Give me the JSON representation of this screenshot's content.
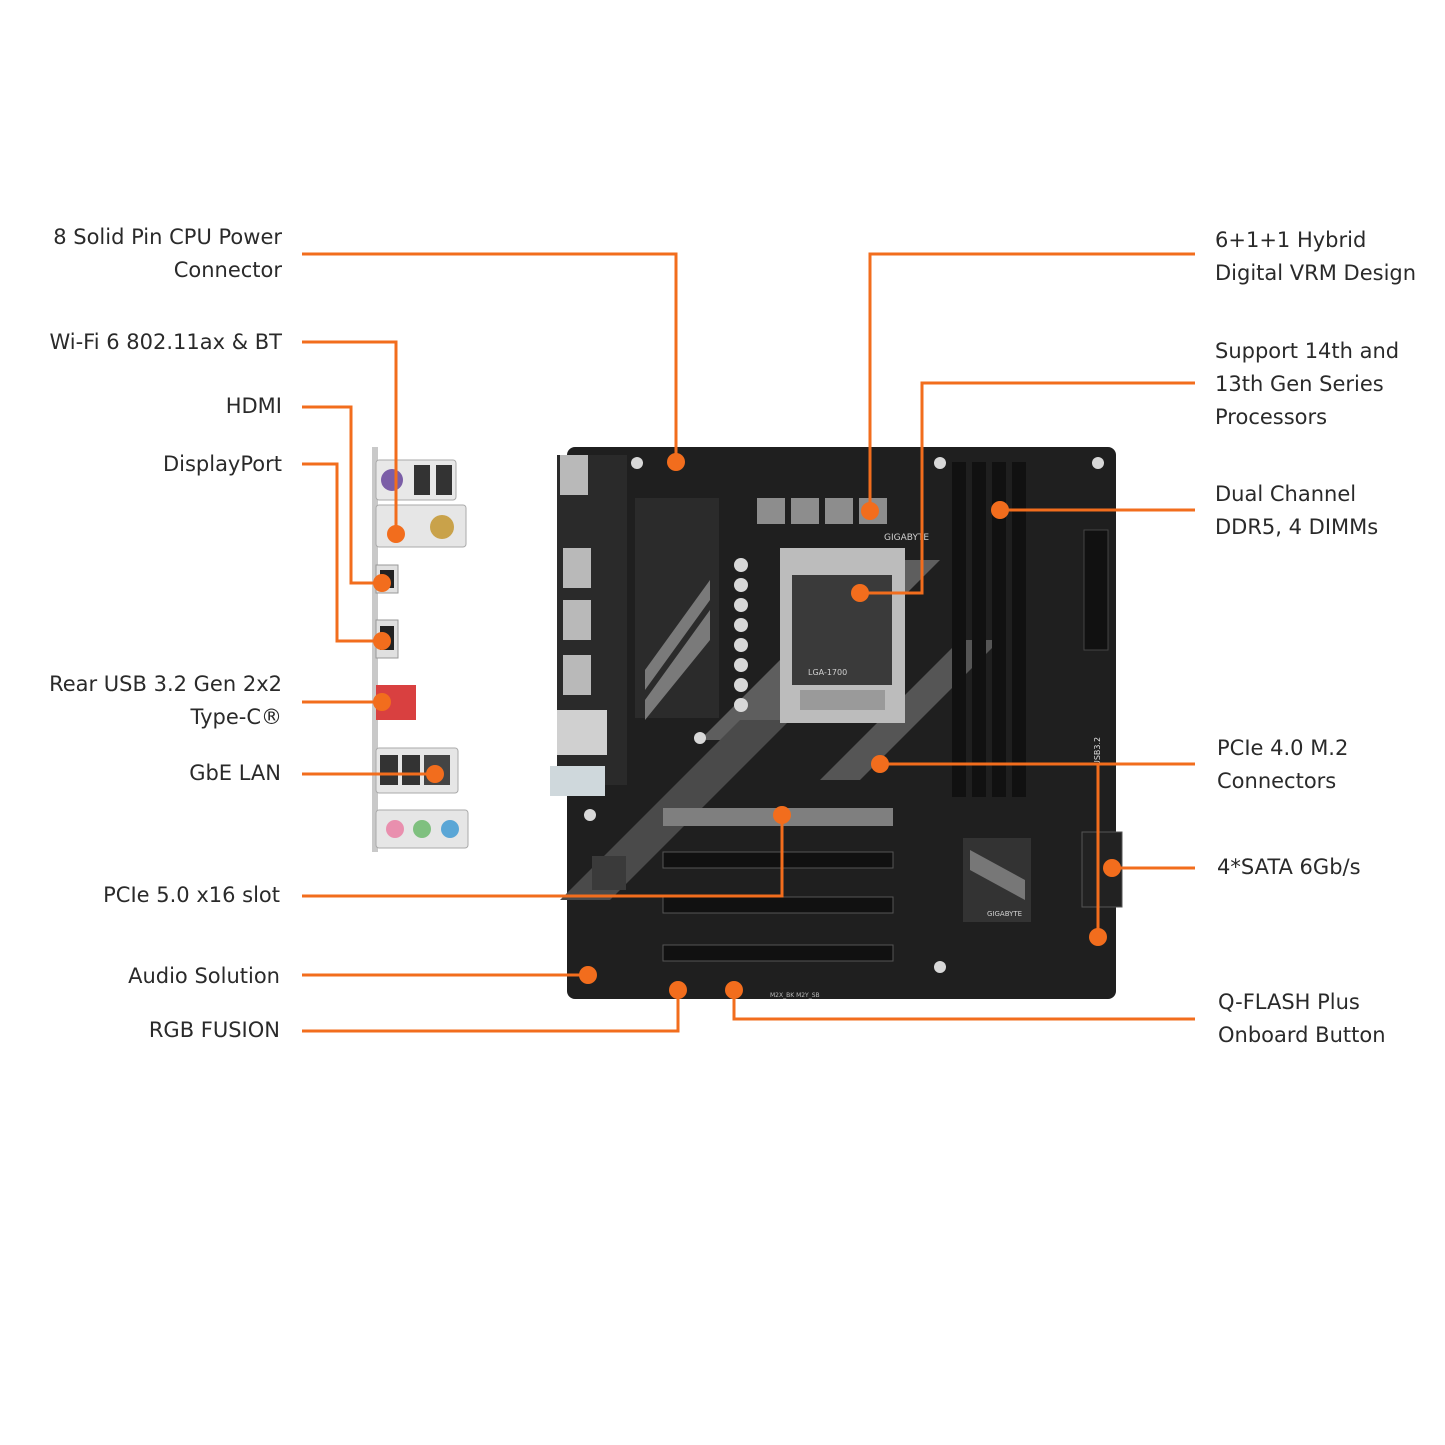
{
  "colors": {
    "accent": "#f26d1d",
    "board": "#1f1f1f",
    "board_light": "#8a8a8a",
    "background": "#ffffff",
    "text": "#2a2a2a"
  },
  "callouts": {
    "cpu_power": {
      "line1": "8 Solid Pin CPU Power",
      "line2": "Connector"
    },
    "wifi": {
      "line1": "Wi-Fi 6 802.11ax & BT"
    },
    "hdmi": {
      "line1": "HDMI"
    },
    "displayport": {
      "line1": "DisplayPort"
    },
    "rear_usb": {
      "line1": "Rear USB 3.2 Gen 2x2",
      "line2": "Type-C®"
    },
    "lan": {
      "line1": "GbE LAN"
    },
    "pcie5": {
      "line1": "PCIe 5.0 x16 slot"
    },
    "audio": {
      "line1": "Audio Solution"
    },
    "rgb": {
      "line1": "RGB FUSION"
    },
    "vrm": {
      "line1": "6+1+1 Hybrid",
      "line2": "Digital VRM Design"
    },
    "cpu_support": {
      "line1": "Support 14th and",
      "line2": "13th Gen Series",
      "line3": "Processors"
    },
    "memory": {
      "line1": "Dual Channel",
      "line2": "DDR5, 4 DIMMs"
    },
    "m2": {
      "line1": "PCIe 4.0 M.2",
      "line2": "Connectors"
    },
    "sata": {
      "line1": "4*SATA 6Gb/s"
    },
    "qflash": {
      "line1": "Q-FLASH Plus",
      "line2": "Onboard Button"
    }
  },
  "board_marks": {
    "brand": "GIGABYTE",
    "socket_text": "LGA-1700",
    "m2_text": "M2X_BK  M2Y_SB",
    "usb_text": "USB3.2"
  }
}
